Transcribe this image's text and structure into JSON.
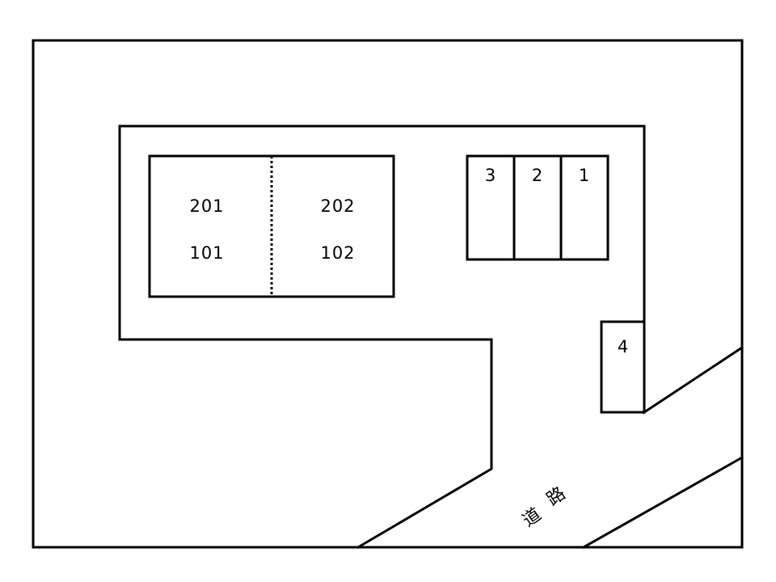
{
  "building": {
    "units_upper": [
      "201",
      "202"
    ],
    "units_lower": [
      "101",
      "102"
    ]
  },
  "parking": {
    "spaces": [
      "3",
      "2",
      "1"
    ],
    "extra_space": "4"
  },
  "road": {
    "chars": [
      "道",
      "路"
    ]
  },
  "colors": {
    "line": "#000000",
    "background": "#ffffff"
  }
}
